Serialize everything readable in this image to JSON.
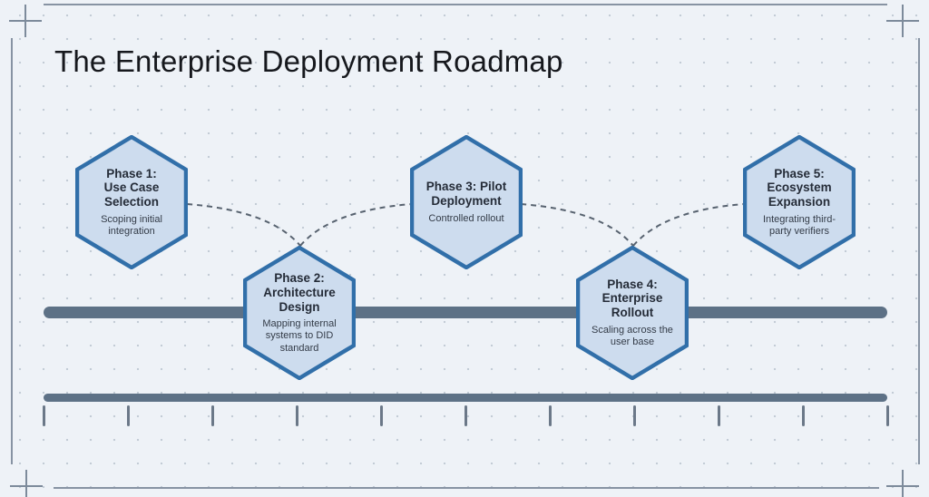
{
  "title": "The Enterprise Deployment Roadmap",
  "phases": [
    {
      "heading": "Phase 1:\nUse Case\nSelection",
      "description": "Scoping initial\nintegration"
    },
    {
      "heading": "Phase 2:\nArchitecture\nDesign",
      "description": "Mapping internal\nsystems to DID\nstandard"
    },
    {
      "heading": "Phase 3: Pilot\nDeployment",
      "description": "Controlled rollout"
    },
    {
      "heading": "Phase 4:\nEnterprise\nRollout",
      "description": "Scaling across the\nuser base"
    },
    {
      "heading": "Phase 5:\nEcosystem\nExpansion",
      "description": "Integrating third-\nparty verifiers"
    }
  ],
  "timeline": {
    "tick_count": 11
  },
  "colors": {
    "background": "#eef2f7",
    "grid_dot": "#c3ccd6",
    "hex_fill": "#cddcee",
    "hex_border": "#316fa9",
    "bar": "#5d7186",
    "connector": "#57626f",
    "frame": "#8793a3",
    "title_text": "#16181d"
  }
}
